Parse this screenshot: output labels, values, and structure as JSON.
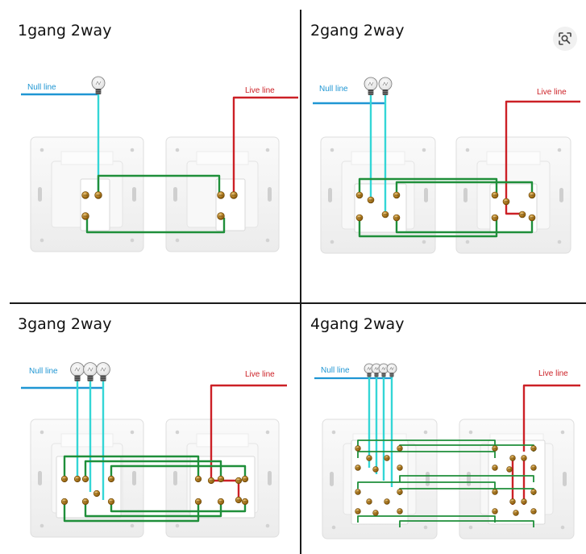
{
  "panels": [
    {
      "title": "1gang 2way",
      "null_label": "Null line",
      "live_label": "Live line",
      "gangs": 1
    },
    {
      "title": "2gang 2way",
      "null_label": "Null line",
      "live_label": "Live line",
      "gangs": 2
    },
    {
      "title": "3gang 2way",
      "null_label": "Null line",
      "live_label": "Live line",
      "gangs": 3
    },
    {
      "title": "4gang 2way",
      "null_label": "Null line",
      "live_label": "Live line",
      "gangs": 4
    }
  ],
  "colors": {
    "null_wire": "#1f96d3",
    "lamp_wire": "#34d6d6",
    "live_wire": "#cc2026",
    "traveler_wire": "#1f8f3a",
    "divider": "#1a1a1a",
    "plate": "#f5f5f5",
    "terminal": "#b07a1c"
  },
  "icons": {
    "lens": "visual-search-icon"
  }
}
